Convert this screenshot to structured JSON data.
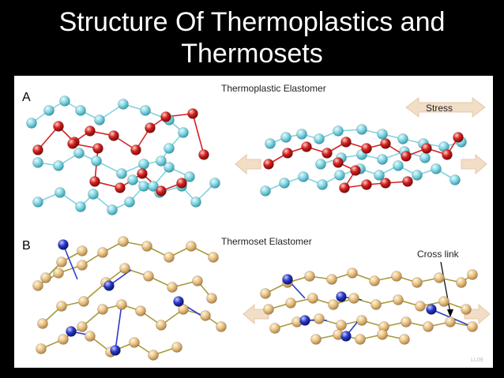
{
  "slide": {
    "title_line1": "Structure Of Thermoplastics and",
    "title_line2": "Thermosets"
  },
  "figure": {
    "panel_a": {
      "letter": "A",
      "label": "Thermoplastic Elastomer",
      "stress_label": "Stress"
    },
    "panel_b": {
      "letter": "B",
      "label": "Thermoset Elastomer",
      "crosslink_label": "Cross link"
    },
    "watermark": "LL09"
  },
  "colors": {
    "thermoplastic_chain_1": "#7fd4e0",
    "thermoplastic_chain_2": "#d62020",
    "thermoset_chain": "#e8c080",
    "thermoset_bond": "#a89a3a",
    "crosslink": "#2a3acc",
    "arrow": "#f2ddc6"
  }
}
